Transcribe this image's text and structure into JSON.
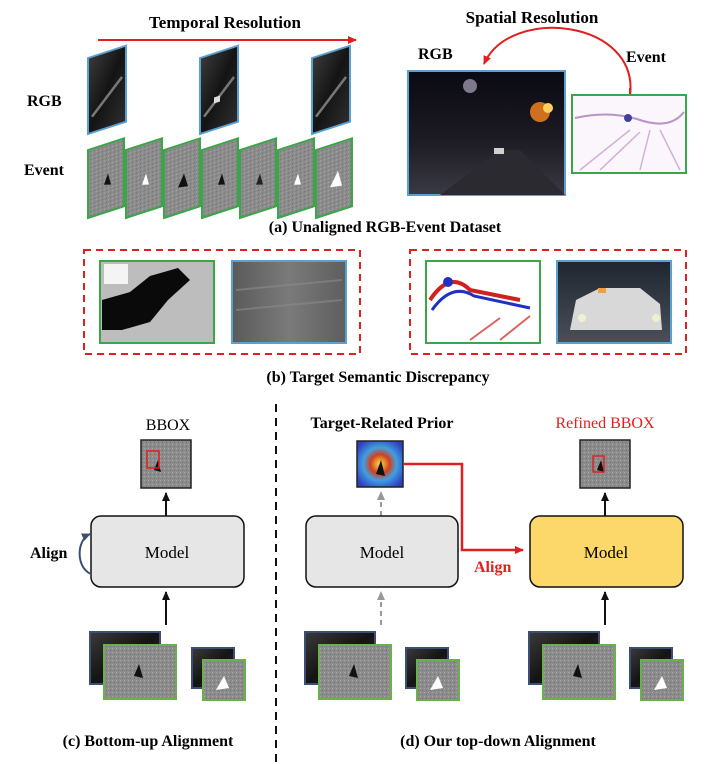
{
  "colors": {
    "rgb_frame": "#5aa0d0",
    "event_frame": "#3aa64a",
    "red": "#e02020",
    "dashed_box": "#e02020",
    "model_gray": "#e6e6e6",
    "model_yellow": "#fcd86a",
    "align_arrow": "#3c4f73",
    "dashed_arrow": "#999999"
  },
  "panel_a": {
    "temporal_title": "Temporal Resolution",
    "spatial_title": "Spatial Resolution",
    "row_rgb": "RGB",
    "row_event": "Event",
    "spatial_rgb": "RGB",
    "spatial_event": "Event",
    "caption": "(a) Unaligned RGB-Event Dataset"
  },
  "panel_b": {
    "caption": "(b) Target Semantic Discrepancy"
  },
  "panel_c": {
    "bbox_label": "BBOX",
    "model_label": "Model",
    "align_label": "Align",
    "caption": "(c) Bottom-up Alignment"
  },
  "panel_d": {
    "prior_label": "Target-Related Prior",
    "refined_label": "Refined BBOX",
    "model_left_label": "Model",
    "model_right_label": "Model",
    "align_label": "Align",
    "caption": "(d) Our top-down Alignment"
  }
}
